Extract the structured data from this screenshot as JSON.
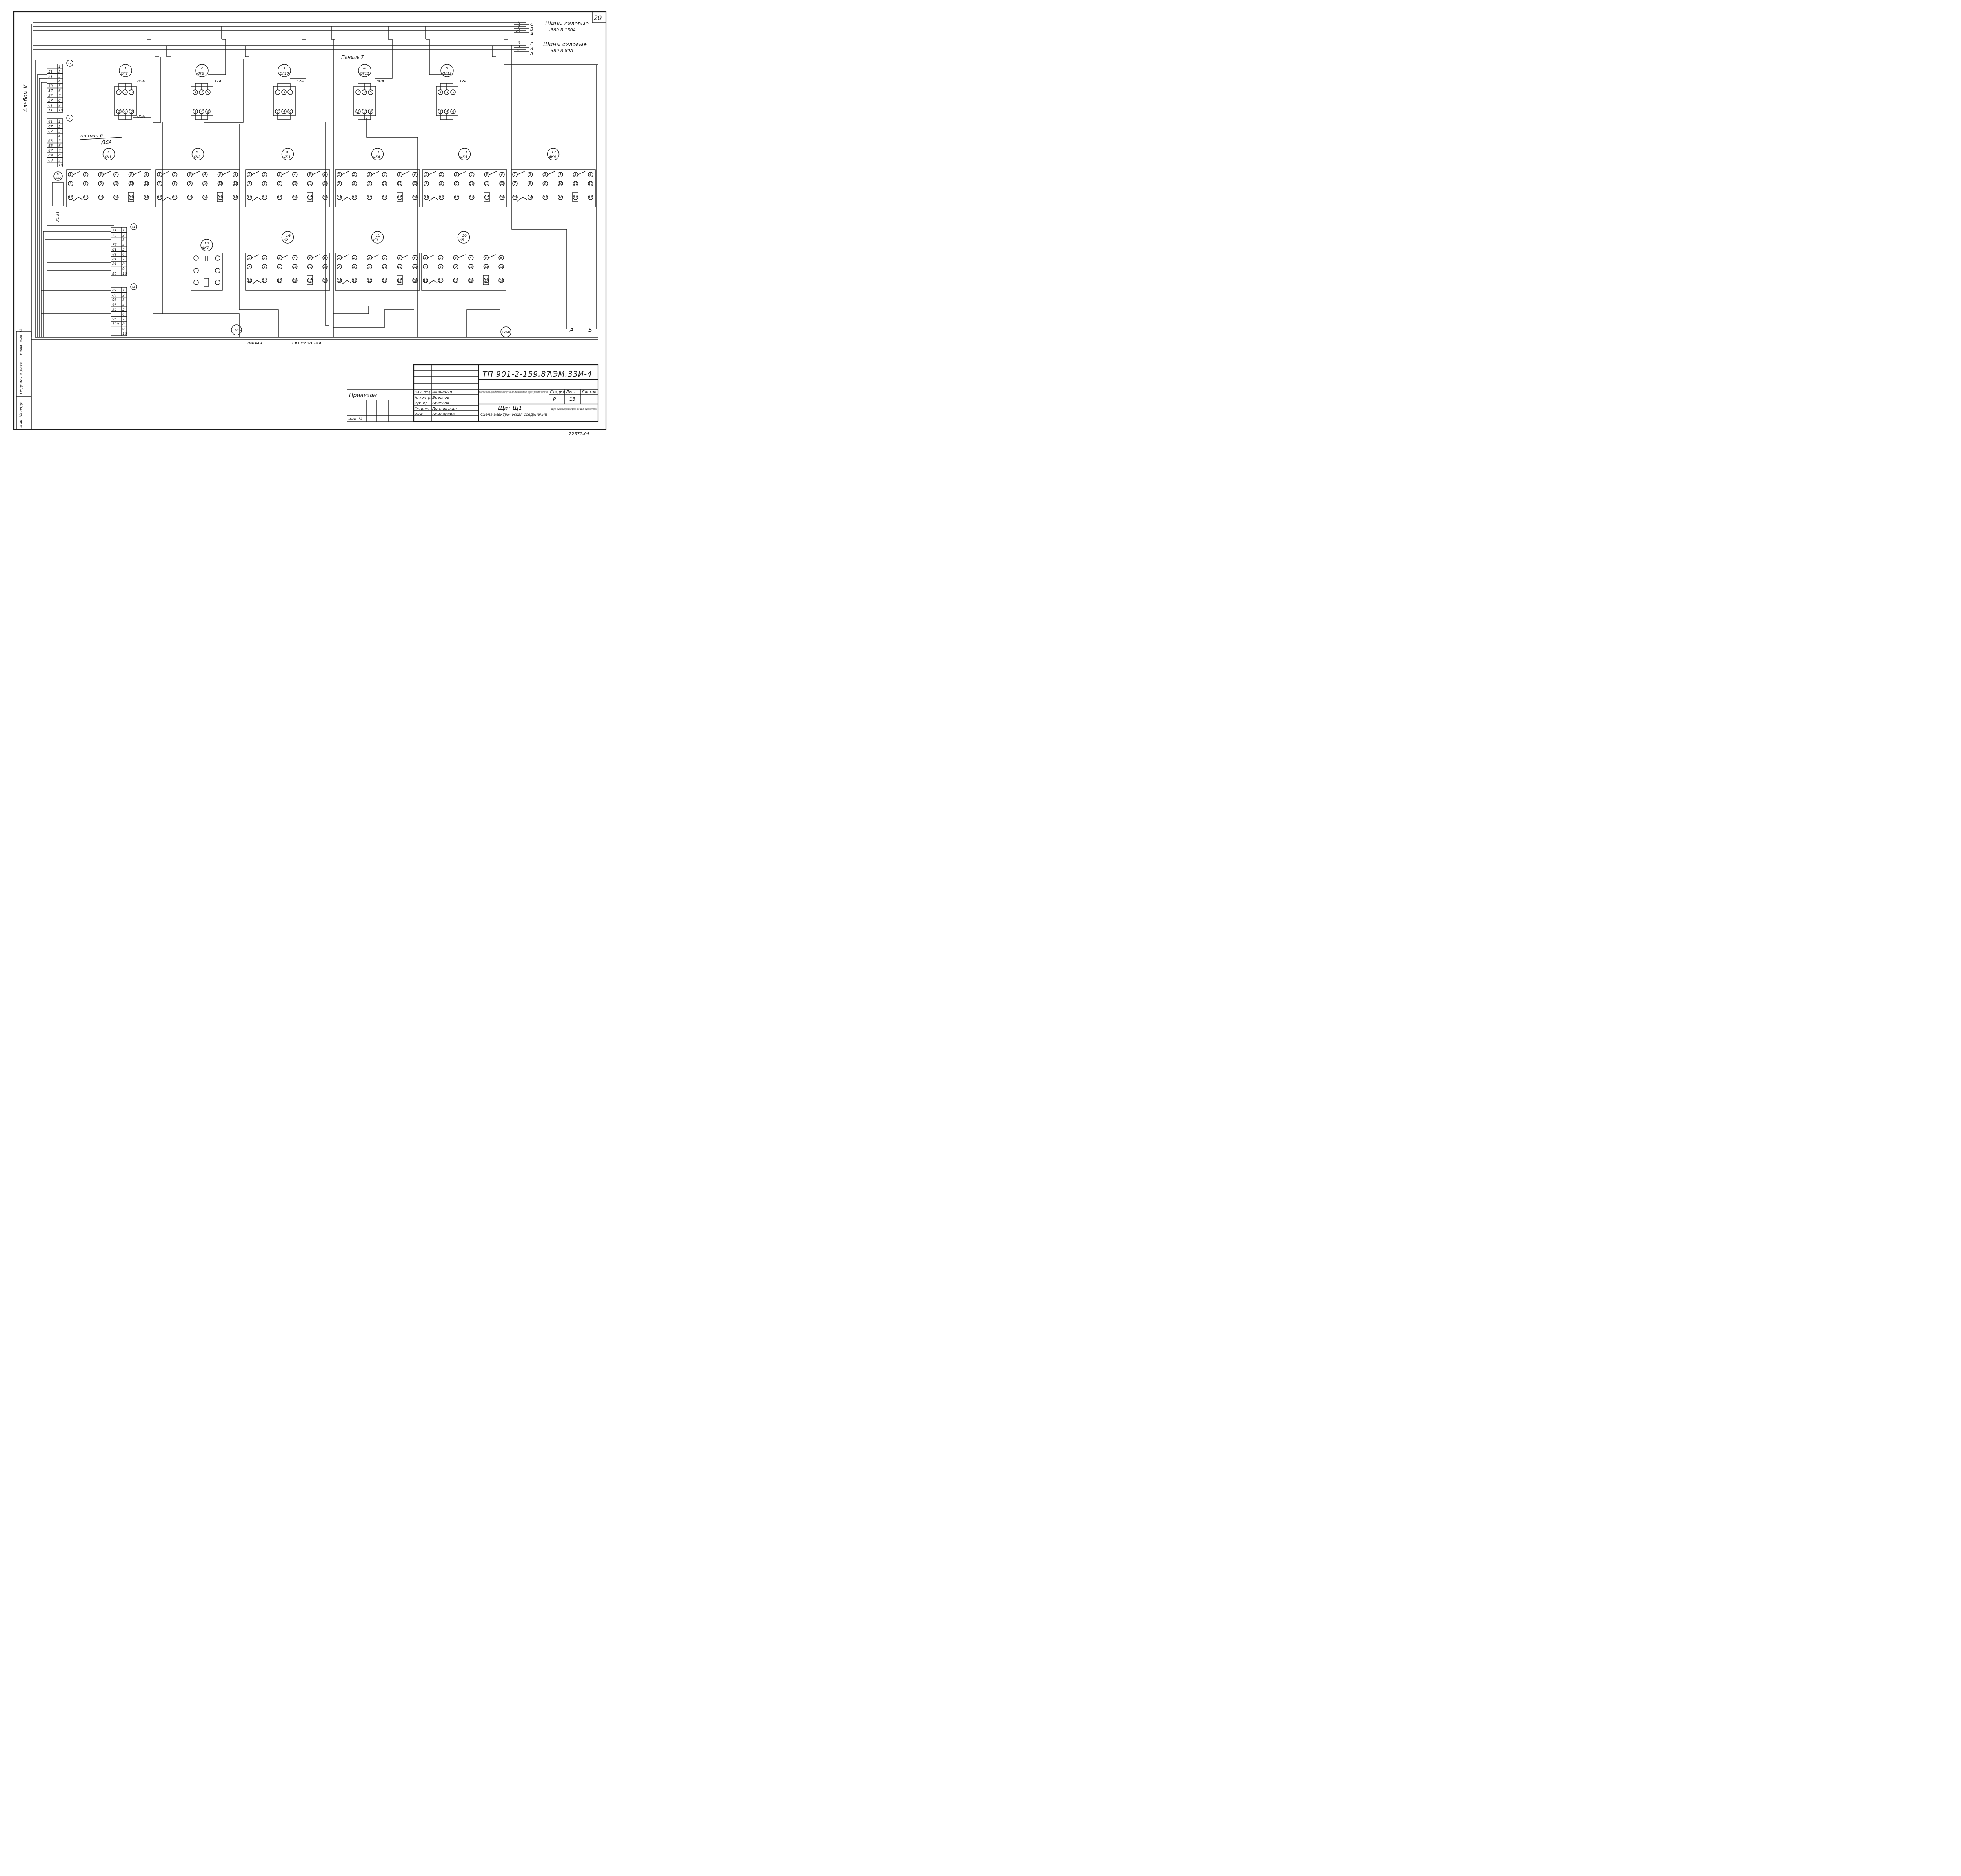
{
  "sheet": {
    "sheet_number": "20",
    "album_label": "Альбом V",
    "panel_label": "Панель 7",
    "glue_line_left": "линия",
    "glue_line_right": "склеивания",
    "ref_bottom_left": "17/39",
    "ref_bottom_right": "37/48",
    "to_panel_note": "на пан. 6",
    "to_panel_device": "1SA",
    "corner_a": "А",
    "corner_b": "Б"
  },
  "busbars": {
    "group1_label": "Шины силовые",
    "group1_rating": "~380 В   150А",
    "group2_label": "Шины силовые",
    "group2_rating": "~380 В   80А",
    "phase_codes": [
      "К",
      "З",
      "Ж"
    ],
    "phases": [
      "С",
      "В",
      "А"
    ]
  },
  "breakers": [
    {
      "pos": "1",
      "name": "QF2",
      "rating_top": "80А",
      "rating_bottom": "80А"
    },
    {
      "pos": "2",
      "name": "QF9",
      "rating_top": "32А",
      "rating_bottom": ""
    },
    {
      "pos": "3",
      "name": "QF10",
      "rating_top": "32А",
      "rating_bottom": ""
    },
    {
      "pos": "4",
      "name": "QF11",
      "rating_top": "80А",
      "rating_bottom": ""
    },
    {
      "pos": "5",
      "name": "QF12",
      "rating_top": "32А",
      "rating_bottom": ""
    }
  ],
  "relays_row1": [
    {
      "pos": "7",
      "name": "4К1"
    },
    {
      "pos": "8",
      "name": "4К2"
    },
    {
      "pos": "9",
      "name": "4К3"
    },
    {
      "pos": "10",
      "name": "4К4"
    },
    {
      "pos": "11",
      "name": "4К5"
    },
    {
      "pos": "12",
      "name": "4К6"
    }
  ],
  "relays_row2": [
    {
      "pos": "13",
      "name": "4К7"
    },
    {
      "pos": "14",
      "name": "К2"
    },
    {
      "pos": "15",
      "name": "К3"
    },
    {
      "pos": "16",
      "name": "К5"
    }
  ],
  "terminal_blocks": [
    {
      "ref": "37",
      "rows": [
        [
          "",
          "1"
        ],
        [
          "51",
          "2"
        ],
        [
          "51",
          "3"
        ],
        [
          "",
          "4"
        ],
        [
          "53",
          "5"
        ],
        [
          "57",
          "6"
        ],
        [
          "57",
          "7"
        ],
        [
          "57",
          "8"
        ],
        [
          "61",
          "9"
        ],
        [
          "51",
          "10"
        ]
      ]
    },
    {
      "ref": "38",
      "rows": [
        [
          "61",
          "1"
        ],
        [
          "67",
          "2"
        ],
        [
          "67",
          "3"
        ],
        [
          "",
          "4"
        ],
        [
          "63",
          "5"
        ],
        [
          "63",
          "6"
        ],
        [
          "67",
          "7"
        ],
        [
          "69",
          "8"
        ],
        [
          "69",
          "9"
        ],
        [
          "",
          "10"
        ]
      ]
    },
    {
      "ref": "41",
      "rows": [
        [
          "71",
          "1"
        ],
        [
          "73",
          "2"
        ],
        [
          "",
          "3"
        ],
        [
          "77",
          "4"
        ],
        [
          "81",
          "5"
        ],
        [
          "81",
          "6"
        ],
        [
          "81",
          "7"
        ],
        [
          "81",
          "8"
        ],
        [
          "",
          "9"
        ],
        [
          "85",
          "10"
        ]
      ]
    },
    {
      "ref": "43",
      "rows": [
        [
          "87",
          "1"
        ],
        [
          "89",
          "2"
        ],
        [
          "93",
          "3"
        ],
        [
          "93",
          "4"
        ],
        [
          "93",
          "5"
        ],
        [
          "",
          "6"
        ],
        [
          "95",
          "7"
        ],
        [
          "100",
          "8"
        ],
        [
          "",
          "9"
        ],
        [
          "",
          "10"
        ]
      ]
    }
  ],
  "switch_ref": {
    "pos": "6",
    "name": "1SA"
  },
  "title_block": {
    "doc_code": "ТП 901-2-159.87",
    "sheet_code": "АЭМ.33И-4",
    "project": "Насосная станция оборотного водоснабжения Q=800м³/ч с двумя группами насосов.",
    "drawing": "Щит Щ1",
    "drawing_sub": "Схема электрическая соединений",
    "stage_label": "Стадия",
    "sheet_label": "Лист",
    "sheets_label": "Листов",
    "stage": "Р",
    "sheet": "13",
    "org": "Госстрой СССР Союзводоканалпроект Ростовский водоканалпроект",
    "bound_label": "Привязан",
    "inv_label": "Инв. №",
    "roles": [
      {
        "role": "Нач. отд.",
        "name": "Иваненко"
      },
      {
        "role": "Н. контр.",
        "name": "Бреслов"
      },
      {
        "role": "Рук. бр.",
        "name": "Бреслов"
      },
      {
        "role": "Гл. инж.",
        "name": "Поплавская"
      },
      {
        "role": "Инж.",
        "name": "Бондарева"
      }
    ],
    "side_stamp": [
      "Инв. № подл.",
      "Подпись и дата",
      "Взам. инв. №"
    ],
    "footer_num": "22571-05"
  }
}
